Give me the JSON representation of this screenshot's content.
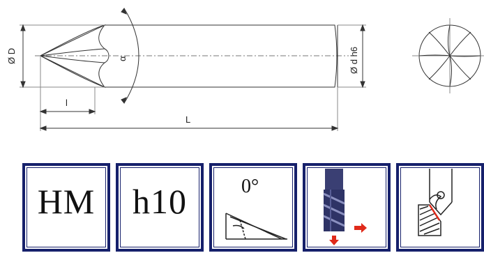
{
  "drawing": {
    "labels": {
      "diameter_D": "Ø D",
      "angle": "α",
      "shank_diameter": "Ø d h6",
      "cutting_length": "l",
      "overall_length": "L"
    }
  },
  "icons": [
    {
      "name": "material",
      "text": "HM"
    },
    {
      "name": "tolerance",
      "text": "h10"
    },
    {
      "name": "helix-angle",
      "text": "0°"
    },
    {
      "name": "feed-direction",
      "text": ""
    },
    {
      "name": "chamfer-application",
      "text": ""
    }
  ],
  "colors": {
    "frame": "#16206b",
    "tool_body": "#3a3f73",
    "arrow": "#e02a1a",
    "chamfer_edge": "#e02a1a"
  }
}
